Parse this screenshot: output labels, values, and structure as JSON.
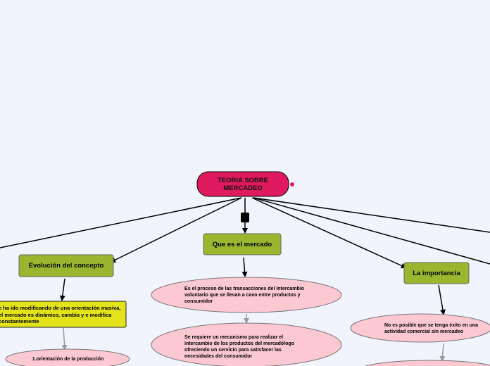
{
  "central": {
    "label": "TEORIA SOBRE MERCADEO",
    "fill": "#e01a5e",
    "badge_color": "#e01a5e"
  },
  "topics": [
    {
      "id": "que-es",
      "label": "Que es el mercado",
      "fill": "#9ab52e"
    },
    {
      "id": "evolucion",
      "label": "Evolución del concepto",
      "fill": "#9ab52e"
    },
    {
      "id": "importancia",
      "label": "La importancia",
      "fill": "#9ab52e"
    }
  ],
  "subtopics": {
    "que_es_1": "Es el proceso de las transacciones del intercambio voluntario que se llevan a cavo entre productos y consumidor",
    "que_es_2": "Se requiere un mecanismo para realizar el intercambio de los productos del mercadólogo ofreciendo un servicio para satisfacer las necesidades del consumidor",
    "evolucion_1": "e ha ido modificando de una orientación masiva, el mercado es dinámico, cambia y e modifica constantemente",
    "evolucion_2": "1.orientación de la producción",
    "importancia_1": "No es posible que se tenga éxito en una actividad comercial sin mercadeo"
  },
  "colors": {
    "background": "#f1f4fd",
    "pink_bubble": "#fcc8d2",
    "yellow_box": "#e3e31c",
    "gray_arrow": "#9a9a9a",
    "line": "#000000"
  }
}
